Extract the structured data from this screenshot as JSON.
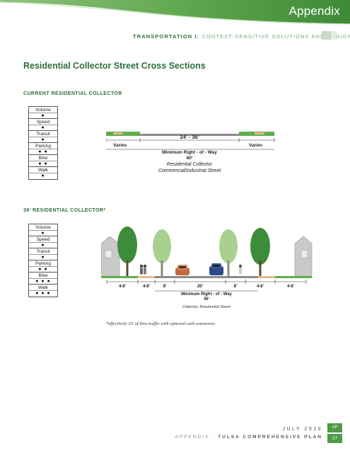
{
  "header": {
    "title": "Appendix",
    "subtitle_bold": "TRANSPORTATION I:",
    "subtitle_light": "CONTEXT-SENSITIVE SOLUTIONS AND DESIGN"
  },
  "section_title": "Residential Collector Street Cross Sections",
  "current": {
    "label": "CURRENT RESIDENTIAL COLLECTOR",
    "ratings": [
      {
        "label": "Volume",
        "dots": "●"
      },
      {
        "label": "Speed",
        "dots": "●"
      },
      {
        "label": "Transit",
        "dots": "●"
      },
      {
        "label": "Parking",
        "dots": "● ●"
      },
      {
        "label": "Bike",
        "dots": "● ●"
      },
      {
        "label": "Walk",
        "dots": "●"
      }
    ],
    "diagram": {
      "varies_left": "Varies",
      "width_range": "24' - 36'",
      "varies_right": "Varies",
      "row_label": "Minimum Right - of - Way",
      "row_value": "60'",
      "caption1": "Residential Collector",
      "caption2": "Commercial/Industrial Street"
    }
  },
  "proposed": {
    "label": "36' RESIDENTIAL COLLECTOR*",
    "ratings": [
      {
        "label": "Volume",
        "dots": "●"
      },
      {
        "label": "Speed",
        "dots": "●"
      },
      {
        "label": "Transit",
        "dots": "●"
      },
      {
        "label": "Parking",
        "dots": "● ●"
      },
      {
        "label": "Bike",
        "dots": "● ● ●"
      },
      {
        "label": "Walk",
        "dots": "● ● ●"
      }
    ],
    "diagram": {
      "dims": [
        "4-8'",
        "4-8'",
        "8'",
        "20'",
        "8'",
        "4-8'",
        "4-8'"
      ],
      "row_label": "Minimum Right - of - Way",
      "row_value": "36'",
      "caption": "Collector, Residential Street"
    }
  },
  "footnote": "*effectively 20' of thru traffic with optional curb extensions",
  "footer": {
    "date": "JULY 2010",
    "plan_prefix": "APPENDIX",
    "plan_sep": " - ",
    "plan_name": "TULSA COMPREHENSIVE PLAN",
    "tab": "AP",
    "page": "27"
  },
  "colors": {
    "brand_green": "#4f9a46",
    "dark_green": "#2d6f3a",
    "road_gray": "#8a8a8a",
    "grass": "#5fae4a"
  }
}
